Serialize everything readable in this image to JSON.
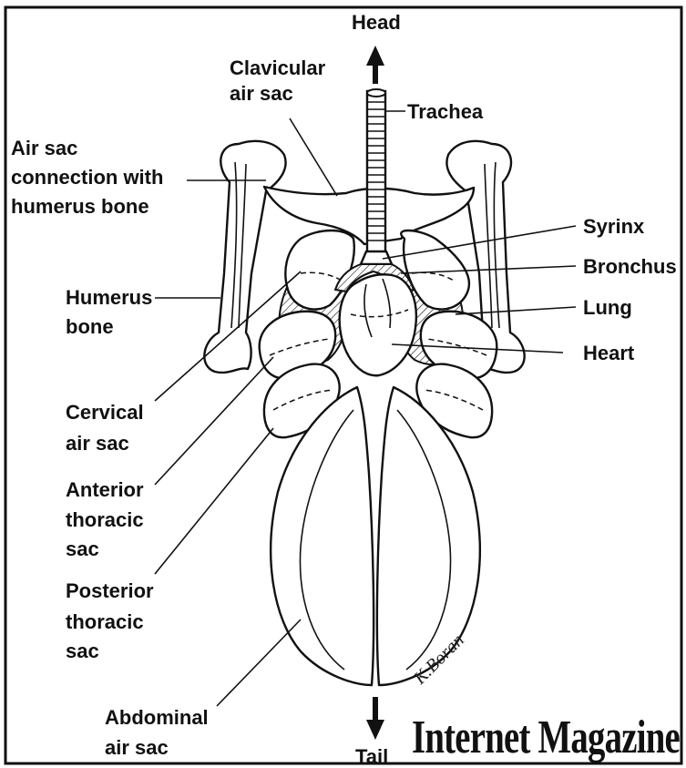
{
  "arrows": {
    "head": "Head",
    "tail": "Tail"
  },
  "labels": {
    "clavicular": [
      "Clavicular",
      "air sac"
    ],
    "trachea": "Trachea",
    "humerus_connection": [
      "Air sac",
      "connection with",
      "humerus bone"
    ],
    "syrinx": "Syrinx",
    "bronchus": "Bronchus",
    "lung": "Lung",
    "heart": "Heart",
    "humerus_bone": [
      "Humerus",
      "bone"
    ],
    "cervical": [
      "Cervical",
      "air sac"
    ],
    "anterior_thoracic": [
      "Anterior",
      "thoracic",
      "sac"
    ],
    "posterior_thoracic": [
      "Posterior",
      "thoracic",
      "sac"
    ],
    "abdominal": [
      "Abdominal",
      "air sac"
    ]
  },
  "watermark": "Internet Magazine",
  "signature": "K.Boran",
  "colors": {
    "ink": "#111111",
    "background": "#ffffff"
  }
}
